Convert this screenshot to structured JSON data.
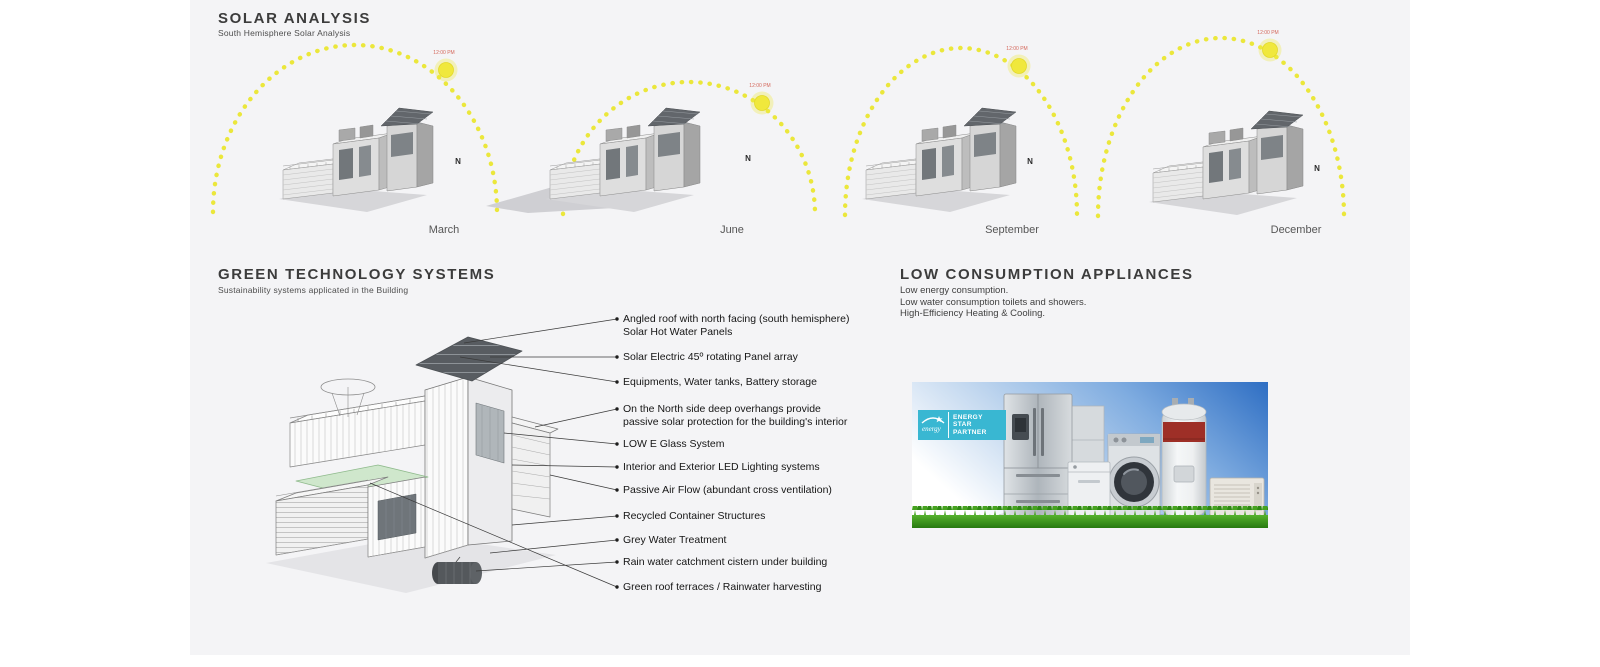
{
  "board": {
    "background": "#f4f4f6"
  },
  "solar": {
    "title": "SOLAR ANALYSIS",
    "subtitle": "South Hemisphere Solar Analysis",
    "time_label": "12:00 PM",
    "compass_label": "N",
    "months": [
      "March",
      "June",
      "September",
      "December"
    ],
    "sun_color": "#f0e83c",
    "path_color": "#ebe73b"
  },
  "green_tech": {
    "title": "GREEN TECHNOLOGY SYSTEMS",
    "subtitle": "Sustainability systems applicated in the Building",
    "callouts": [
      "Angled roof with north facing (south hemisphere)\nSolar Hot Water Panels",
      "Solar Electric 45º rotating Panel array",
      "Equipments, Water tanks, Battery storage",
      "On the North side deep overhangs  provide\npassive solar protection for the building's interior",
      "LOW E Glass System",
      "Interior and Exterior LED Lighting systems",
      "Passive Air Flow (abundant cross ventilation)",
      "Recycled Container Structures",
      "Grey Water Treatment",
      "Rain water catchment cistern under building",
      "Green roof terraces / Rainwater harvesting"
    ]
  },
  "appliances": {
    "title": "LOW CONSUMPTION APPLIANCES",
    "description_lines": [
      "Low energy consumption.",
      "Low water consumption toilets and showers.",
      "High-Efficiency Heating & Cooling."
    ],
    "energy_star": {
      "brand": "energy",
      "lines": [
        "ENERGY",
        "STAR",
        "PARTNER"
      ]
    }
  }
}
